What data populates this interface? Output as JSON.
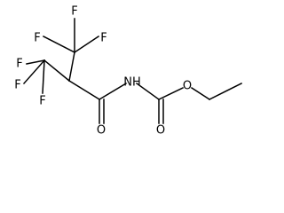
{
  "molecule": {
    "atoms": {
      "f_top_left": "F",
      "f_top_center": "F",
      "f_top_right": "F",
      "f_left_upper": "F",
      "f_left_lower": "F",
      "f_left_bottom": "F",
      "nh": "NH",
      "o_amide": "O",
      "o_carbamate": "O",
      "o_ester": "O"
    }
  }
}
